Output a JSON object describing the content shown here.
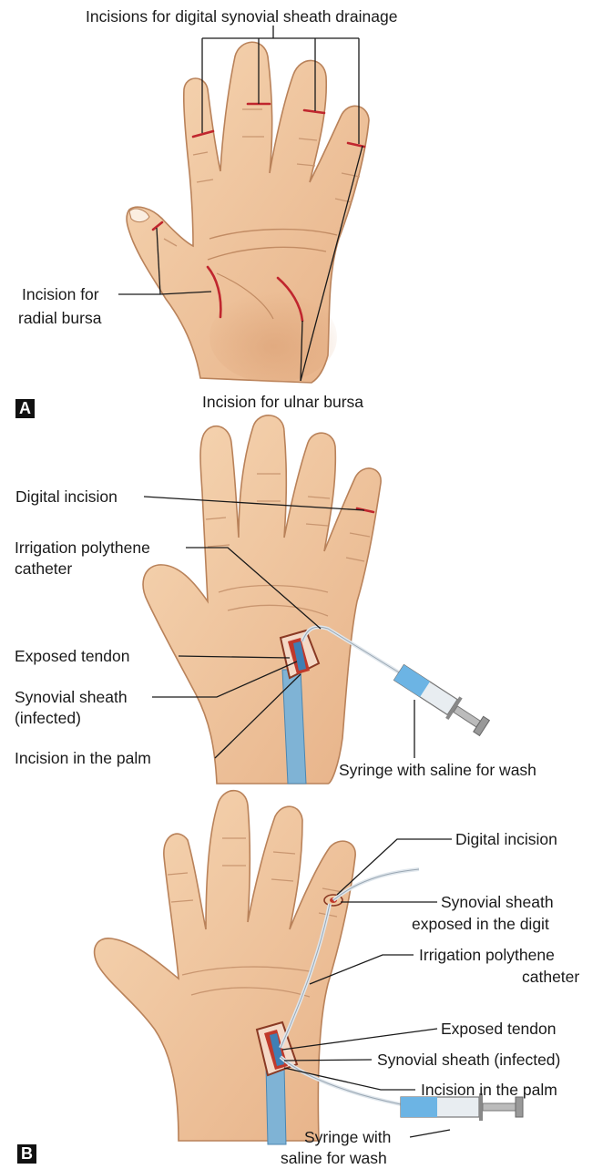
{
  "colors": {
    "skin": "#f2c9a0",
    "skin_shade": "#e3ac7e",
    "skin_outline": "#b9825a",
    "incision": "#c0262e",
    "leader": "#1a1a1a",
    "catheter": "#dfe6ec",
    "tendon_blue": "#7fb3d5",
    "syringe_fluid": "#6cb4e4"
  },
  "panel_a": {
    "letter": "A",
    "labels": {
      "digital_sheath": "Incisions for digital synovial sheath drainage",
      "radial_line1": "Incision for",
      "radial_line2": "radial bursa",
      "ulnar": "Incision for ulnar bursa"
    }
  },
  "panel_b_top": {
    "labels": {
      "digital_incision": "Digital incision",
      "catheter_line1": "Irrigation polythene",
      "catheter_line2": "catheter",
      "exposed_tendon": "Exposed tendon",
      "sheath_line1": "Synovial sheath",
      "sheath_line2": "(infected)",
      "palm_incision": "Incision in the palm",
      "syringe": "Syringe with saline for wash"
    }
  },
  "panel_b": {
    "letter": "B",
    "labels": {
      "digital_incision": "Digital incision",
      "sheath_digit_line1": "Synovial sheath",
      "sheath_digit_line2": "exposed in the digit",
      "catheter_line1": "Irrigation polythene",
      "catheter_line2": "catheter",
      "exposed_tendon": "Exposed tendon",
      "sheath_infected": "Synovial sheath (infected)",
      "palm_incision": "Incision in the palm",
      "syringe_line1": "Syringe with",
      "syringe_line2": "saline for wash"
    }
  }
}
